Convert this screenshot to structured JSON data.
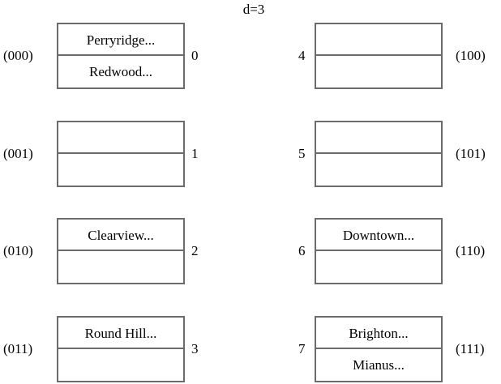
{
  "title": "d=3",
  "colors": {
    "border": "#6b6b6b",
    "text": "#000000",
    "background": "#ffffff"
  },
  "rows": [
    {
      "left": {
        "binary_label": "(000)",
        "index_label": "0",
        "slots": [
          "Perryridge...",
          "Redwood..."
        ]
      },
      "right": {
        "index_label": "4",
        "binary_label": "(100)",
        "slots": [
          "",
          ""
        ]
      }
    },
    {
      "left": {
        "binary_label": "(001)",
        "index_label": "1",
        "slots": [
          "",
          ""
        ]
      },
      "right": {
        "index_label": "5",
        "binary_label": "(101)",
        "slots": [
          "",
          ""
        ]
      }
    },
    {
      "left": {
        "binary_label": "(010)",
        "index_label": "2",
        "slots": [
          "Clearview...",
          ""
        ]
      },
      "right": {
        "index_label": "6",
        "binary_label": "(110)",
        "slots": [
          "Downtown...",
          ""
        ]
      }
    },
    {
      "left": {
        "binary_label": "(011)",
        "index_label": "3",
        "slots": [
          "Round Hill...",
          ""
        ]
      },
      "right": {
        "index_label": "7",
        "binary_label": "(111)",
        "slots": [
          "Brighton...",
          "Mianus..."
        ]
      }
    }
  ]
}
